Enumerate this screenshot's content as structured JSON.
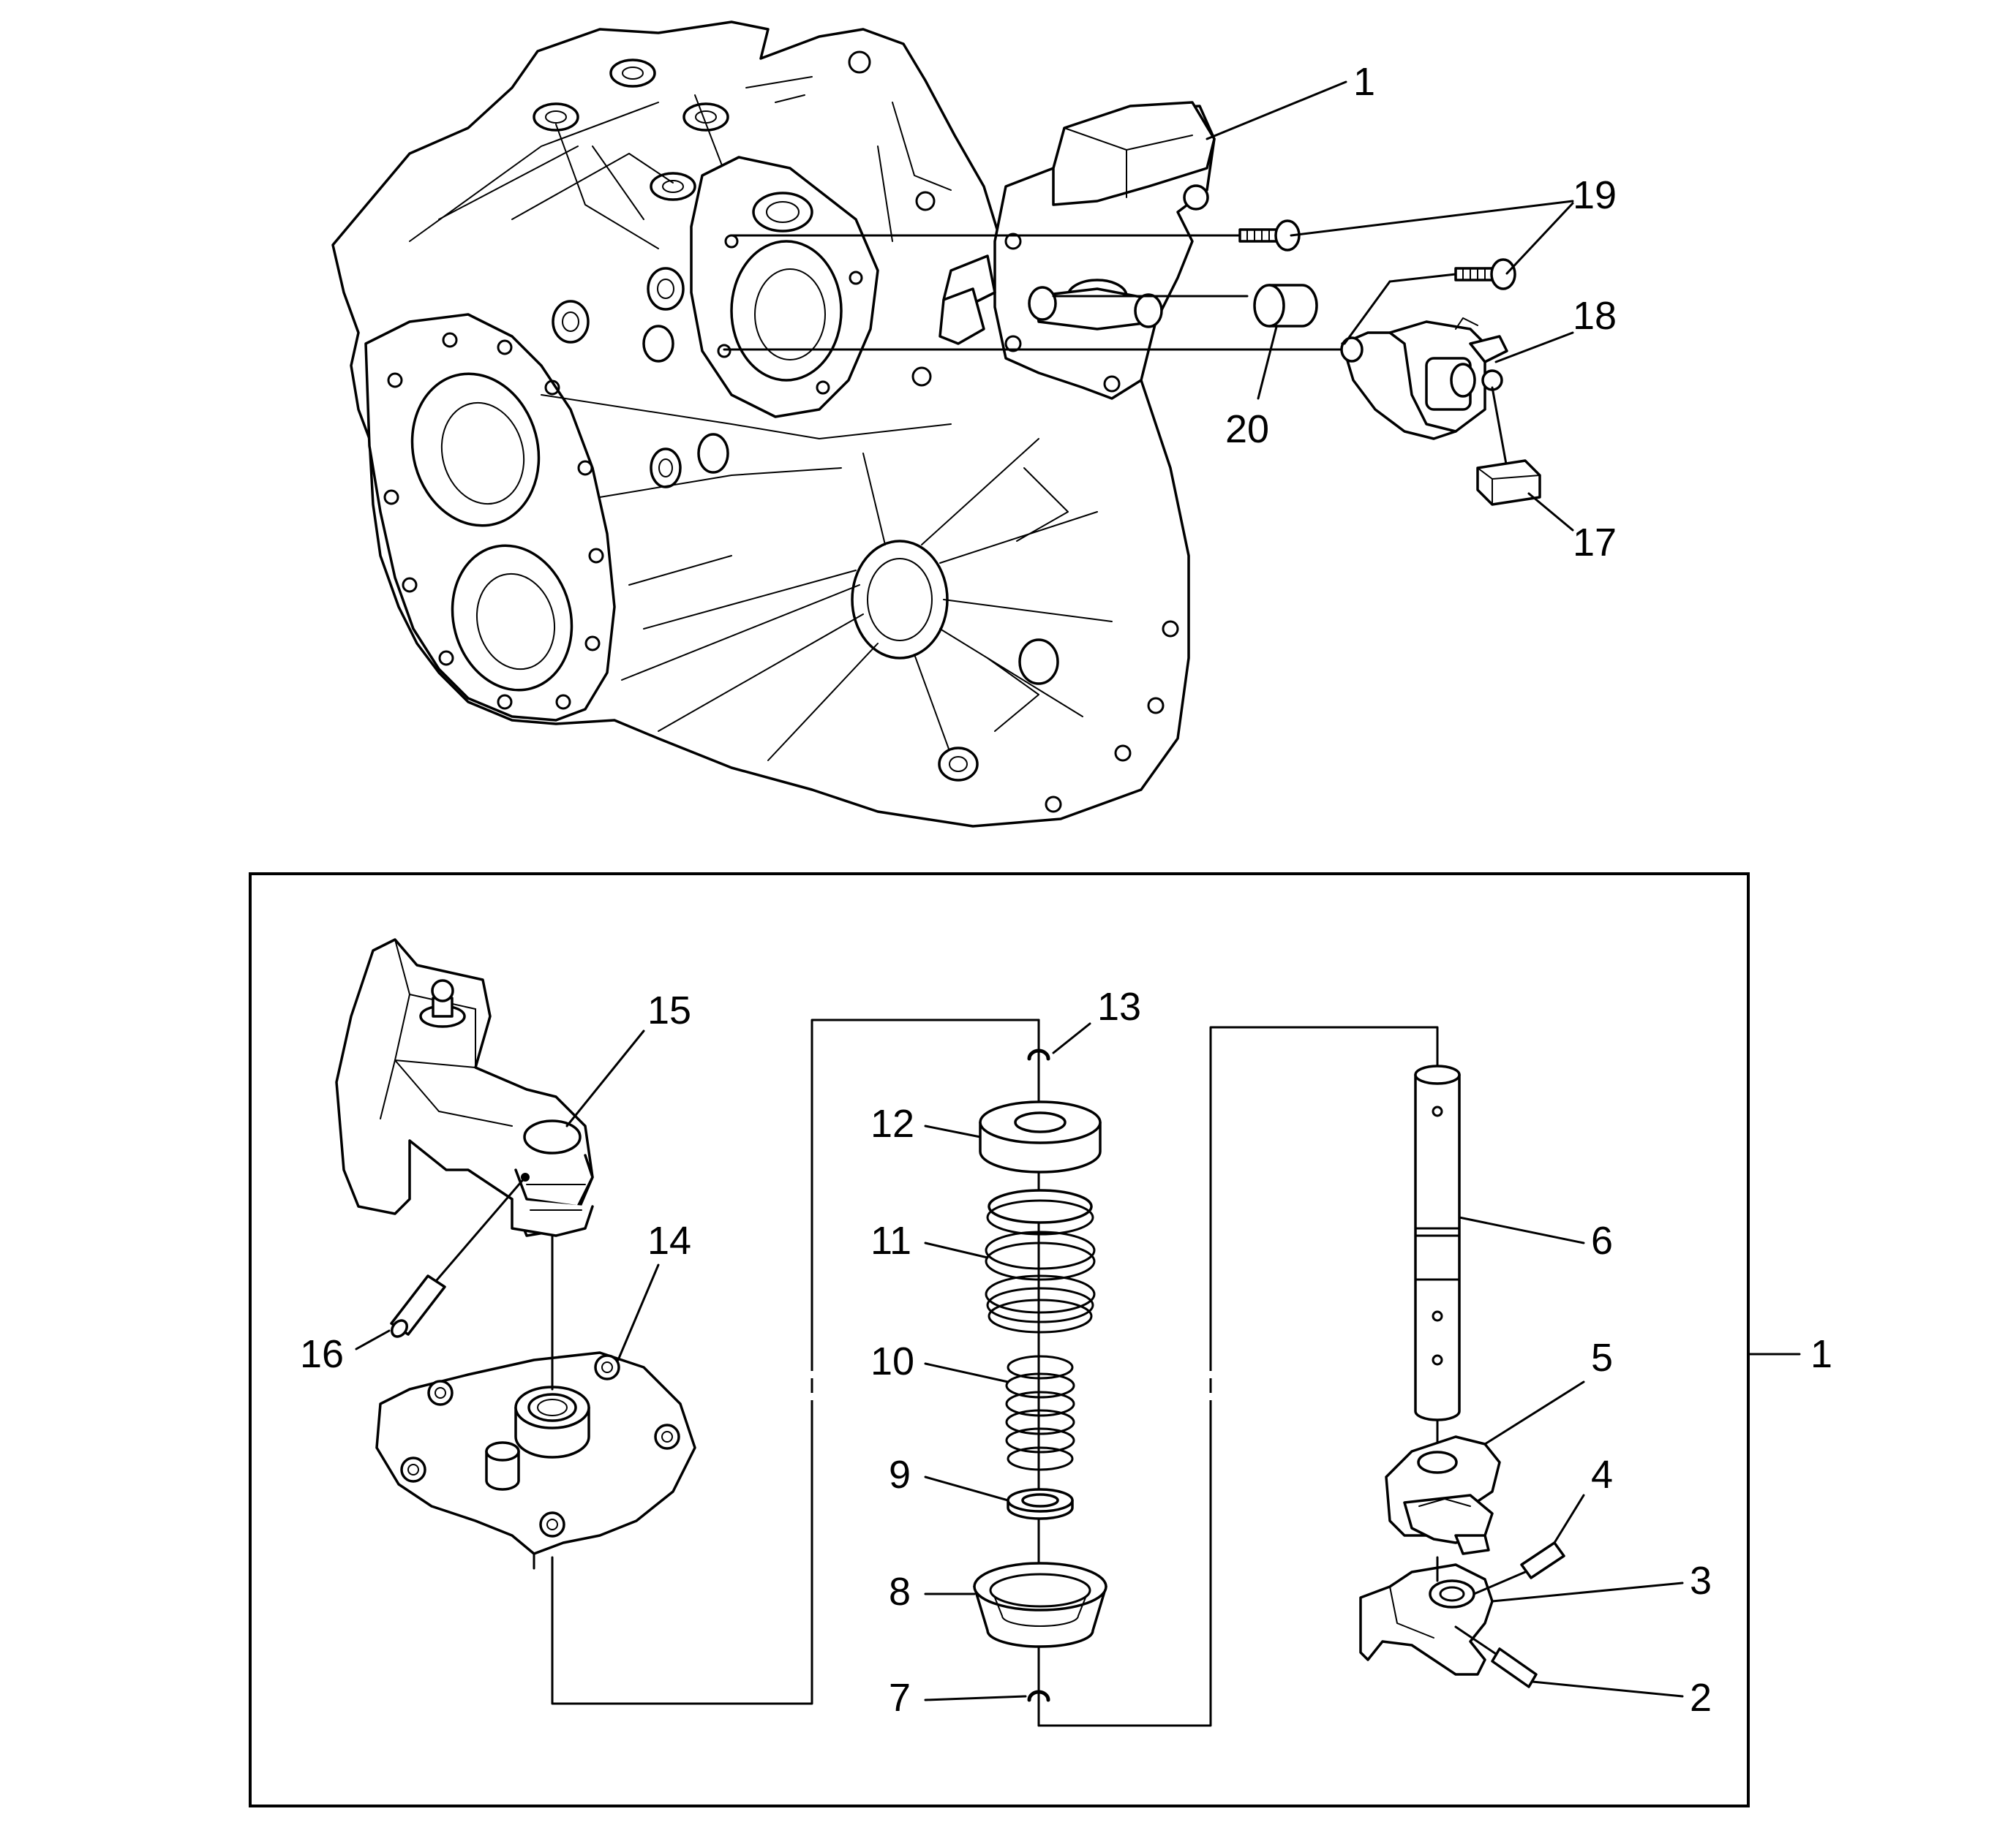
{
  "callouts": {
    "c1_top": "1",
    "c19": "19",
    "c18": "18",
    "c20": "20",
    "c17": "17",
    "c15": "15",
    "c14": "14",
    "c16": "16",
    "c13": "13",
    "c12": "12",
    "c11": "11",
    "c10": "10",
    "c9": "9",
    "c8": "8",
    "c7": "7",
    "c6": "6",
    "c5": "5",
    "c4": "4",
    "c3": "3",
    "c2": "2",
    "c1_box": "1"
  }
}
